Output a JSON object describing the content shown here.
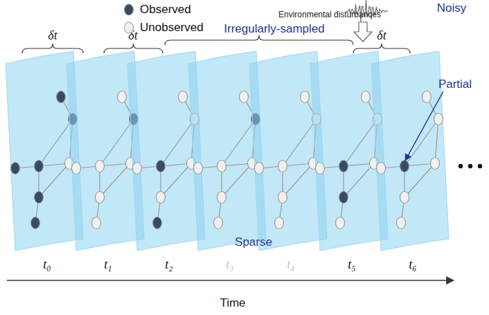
{
  "diagram": {
    "labels": [
      "Noisy",
      "Environmental disturbances",
      "Irregularly-sampled",
      "δt",
      "δt",
      "δt",
      "Partial",
      "Sparse",
      "t₀",
      "t₁",
      "t₂",
      "t₃",
      "t₄",
      "t₅",
      "t₆",
      "Time"
    ],
    "legend": [
      {
        "text": "Observed",
        "color": "#3b4a5e"
      },
      {
        "text": "Unobserved",
        "color": "#f0f0f0"
      }
    ]
  }
}
